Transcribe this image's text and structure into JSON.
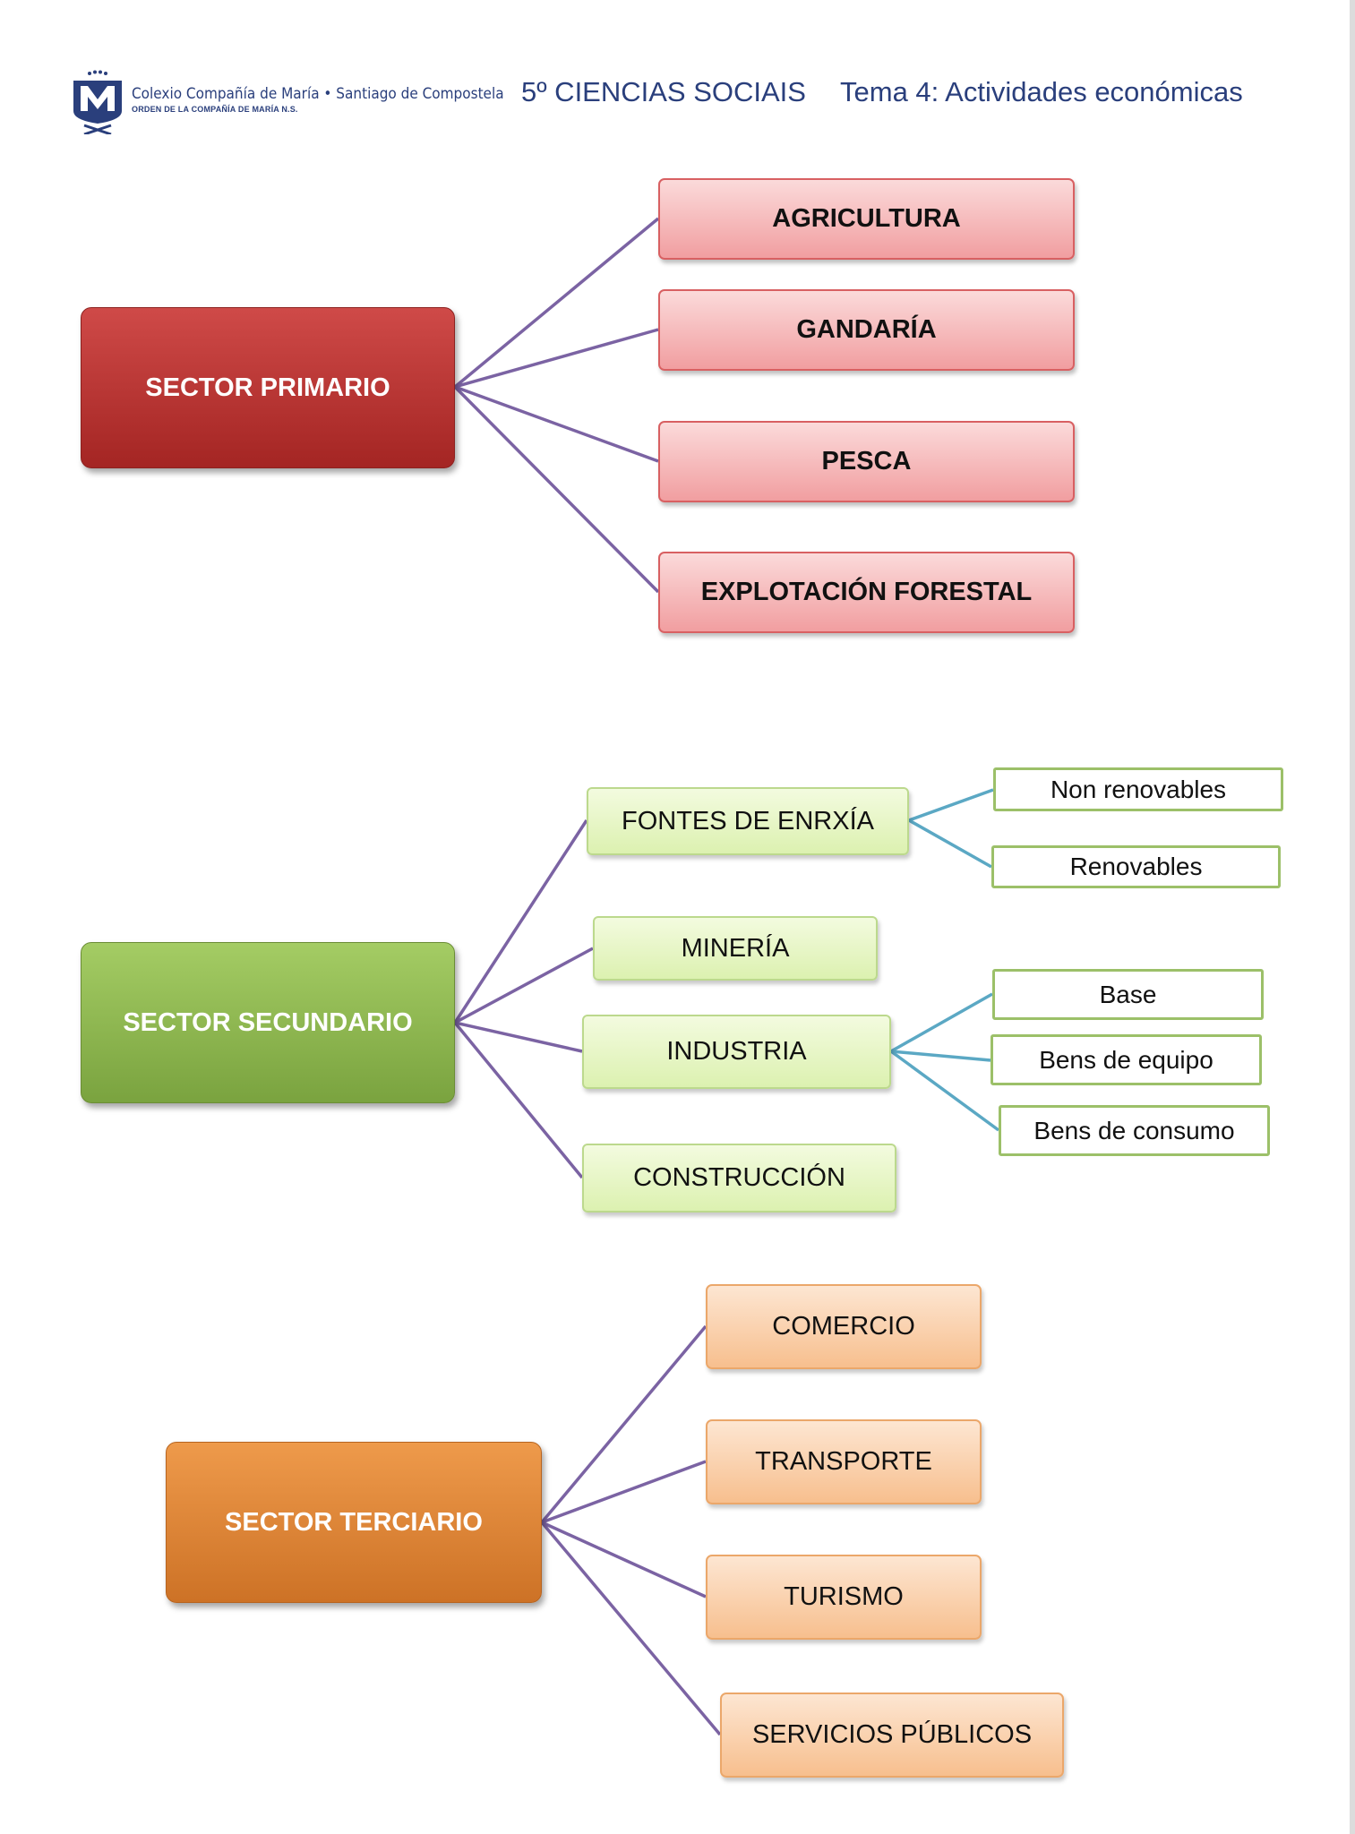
{
  "header": {
    "school_name": "Colexio Compañía de María • Santiago de Compostela",
    "school_subtitle": "ORDEN DE LA COMPAÑÍA DE MARÍA N.S.",
    "course": "5º CIENCIAS SOCIAIS",
    "unit": "Tema 4: Actividades económicas"
  },
  "colors": {
    "primary_sector": "#b8302e",
    "secondary_sector": "#8db552",
    "tertiary_sector": "#e0843a",
    "connector_main": "#7b63a3",
    "connector_leaf": "#5ba8c4",
    "header_text": "#2a3f7c"
  },
  "diagram": {
    "primary": {
      "label": "SECTOR PRIMARIO",
      "children": [
        "AGRICULTURA",
        "GANDARÍA",
        "PESCA",
        "EXPLOTACIÓN FORESTAL"
      ]
    },
    "secondary": {
      "label": "SECTOR SECUNDARIO",
      "children": [
        {
          "label": "FONTES DE ENRXÍA",
          "children": [
            "Non renovables",
            "Renovables"
          ]
        },
        {
          "label": "MINERÍA",
          "children": []
        },
        {
          "label": "INDUSTRIA",
          "children": [
            "Base",
            "Bens de equipo",
            "Bens de consumo"
          ]
        },
        {
          "label": "CONSTRUCCIÓN",
          "children": []
        }
      ]
    },
    "tertiary": {
      "label": "SECTOR TERCIARIO",
      "children": [
        "COMERCIO",
        "TRANSPORTE",
        "TURISMO",
        "SERVICIOS PÚBLICOS"
      ]
    }
  }
}
